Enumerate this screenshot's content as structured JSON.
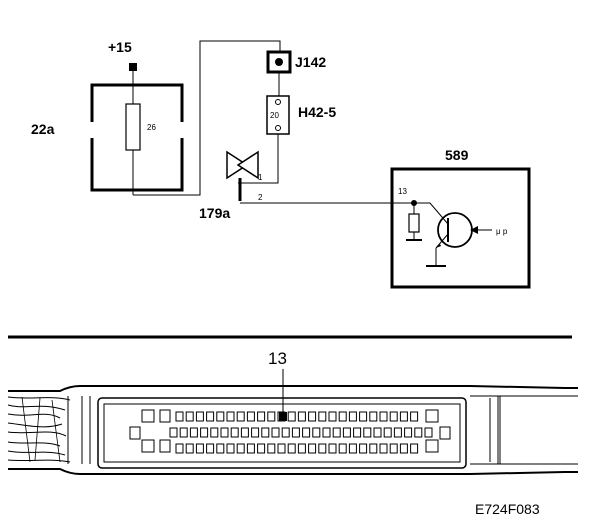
{
  "labels": {
    "plus15": "+15",
    "fuse_box": "22a",
    "fuse_num": "26",
    "j142": "J142",
    "h42": "H42-5",
    "h42_pin": "20",
    "ground_pt": "179a",
    "pin1": "1",
    "pin2": "2",
    "ecu": "589",
    "ecu_pin": "13",
    "mu_p": "μ p",
    "connector_pin": "13",
    "figure_code": "E724F083"
  },
  "colors": {
    "line": "#000000",
    "background": "#ffffff"
  }
}
